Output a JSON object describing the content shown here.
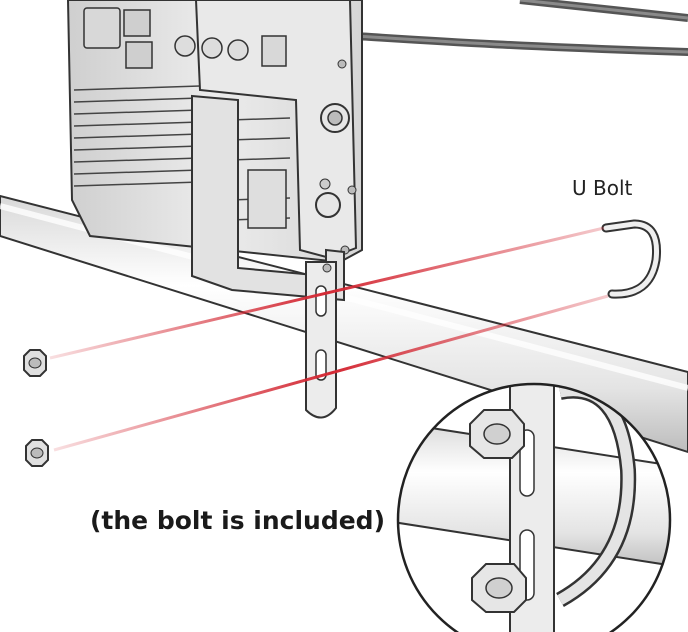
{
  "labels": {
    "u_bolt": "U Bolt",
    "bolt_note": "(the bolt is  included)"
  },
  "colors": {
    "guide_line": "#d42a35",
    "outline": "#333333",
    "metal_light": "#f2f2f2",
    "metal_mid": "#dcdcdc",
    "metal_dark": "#b5b5b5"
  },
  "parts": [
    "inverter-housing",
    "mounting-bracket",
    "pipe",
    "u-bolt",
    "hex-nut",
    "hex-nut",
    "detail-magnifier"
  ]
}
